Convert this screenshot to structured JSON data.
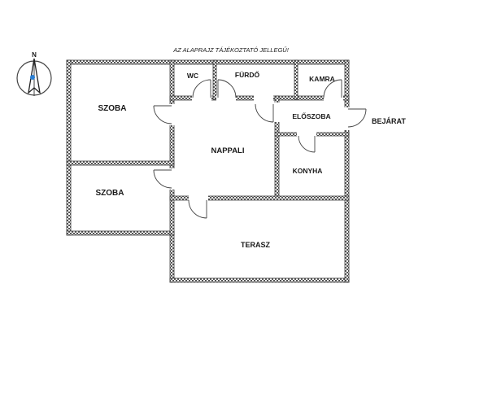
{
  "plan": {
    "note": "AZ ALAPRAJZ TÁJÉKOZTATÓ JELLEGŰ!",
    "north": "N",
    "rooms": {
      "szoba1": "SZOBA",
      "szoba2": "SZOBA",
      "wc": "WC",
      "furdo": "FÜRDŐ",
      "kamra": "KAMRA",
      "eloszoba": "ELŐSZOBA",
      "nappali": "NAPPALI",
      "konyha": "KONYHA",
      "terasz": "TERASZ"
    },
    "entrance": "BEJÁRAT"
  },
  "colors": {
    "wall": "#3a3a3a",
    "hatch": "#ffffff",
    "text": "#1a1a1a",
    "compass_dot": "#2a7fd4"
  }
}
